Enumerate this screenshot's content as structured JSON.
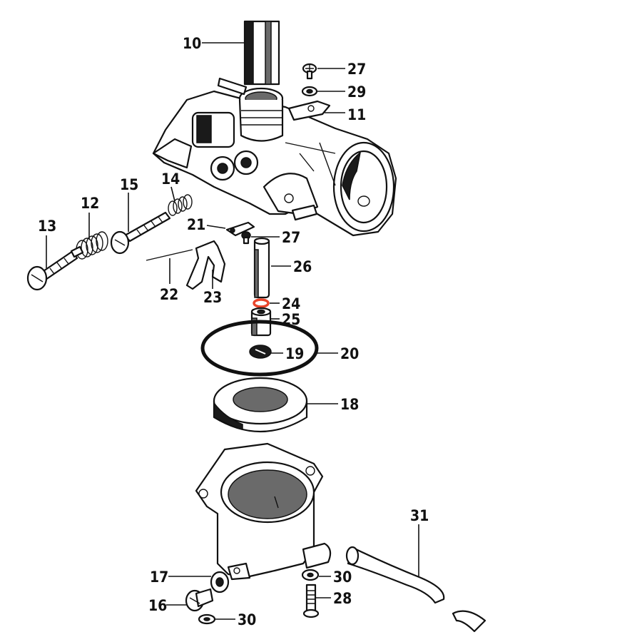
{
  "diagram": {
    "accent_color": "#e8442a",
    "callouts": [
      {
        "id": "c10",
        "text": "10"
      },
      {
        "id": "c27a",
        "text": "27"
      },
      {
        "id": "c29",
        "text": "29"
      },
      {
        "id": "c11",
        "text": "11"
      },
      {
        "id": "c14",
        "text": "14"
      },
      {
        "id": "c15",
        "text": "15"
      },
      {
        "id": "c12",
        "text": "12"
      },
      {
        "id": "c13",
        "text": "13"
      },
      {
        "id": "c21",
        "text": "21"
      },
      {
        "id": "c27b",
        "text": "27"
      },
      {
        "id": "c26",
        "text": "26"
      },
      {
        "id": "c22",
        "text": "22"
      },
      {
        "id": "c23",
        "text": "23"
      },
      {
        "id": "c24",
        "text": "24"
      },
      {
        "id": "c25",
        "text": "25"
      },
      {
        "id": "c19",
        "text": "19"
      },
      {
        "id": "c20",
        "text": "20"
      },
      {
        "id": "c18",
        "text": "18"
      },
      {
        "id": "c31",
        "text": "31"
      },
      {
        "id": "c17",
        "text": "17"
      },
      {
        "id": "c30a",
        "text": "30"
      },
      {
        "id": "c28",
        "text": "28"
      },
      {
        "id": "c16",
        "text": "16"
      },
      {
        "id": "c30b",
        "text": "30"
      }
    ]
  }
}
